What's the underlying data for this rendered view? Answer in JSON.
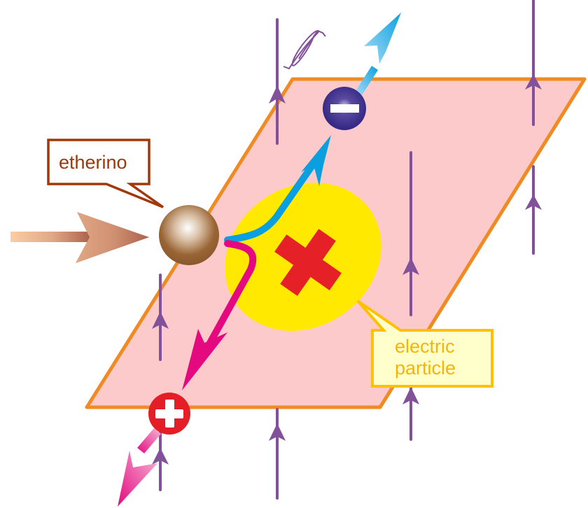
{
  "diagram": {
    "title": "Etherino hitting an electric particle in a plane",
    "labels": {
      "etherino": "etherino",
      "electric_particle_line1": "electric",
      "electric_particle_line2": "particle"
    },
    "symbols": {
      "negative_charge": "minus",
      "positive_charge": "plus",
      "central_charge": "plus"
    },
    "field_direction": "up",
    "rotation_indicator": "spin-loop-icon",
    "colors": {
      "plane_fill": "#fdcacb",
      "plane_border": "#f08a22",
      "field_line": "#82519a",
      "ellipse": "#ffe900",
      "central_cross": "#e52027",
      "negative_particle": "#372a86",
      "positive_particle": "#e41e26",
      "blue_path": "#0aa0e0",
      "magenta_path": "#e5097f",
      "etherino_ball": "#9a6535",
      "etherino_callout_border": "#a0380c",
      "etherino_callout_text": "#9a3a0c",
      "particle_callout_border": "#ffc000",
      "particle_callout_fill": "#ffffcc",
      "particle_callout_text": "#f7b400"
    }
  }
}
